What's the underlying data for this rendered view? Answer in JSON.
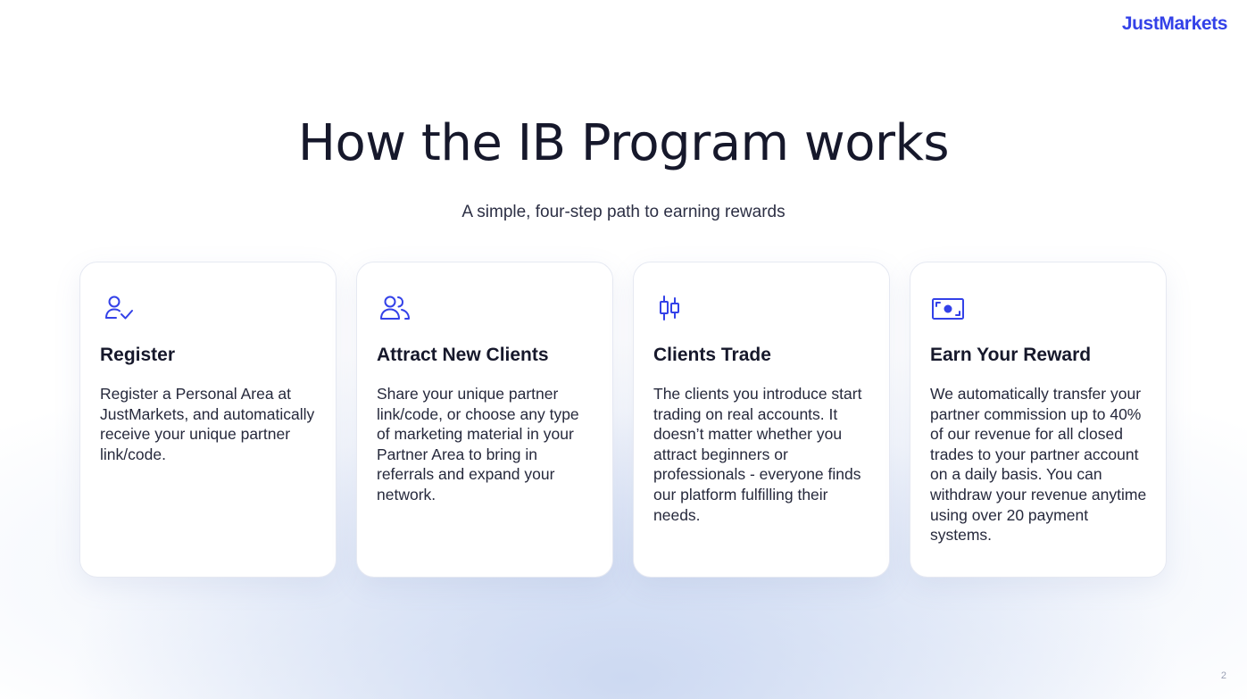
{
  "brand": {
    "logo_text": "JustMarkets",
    "accent_color": "#3341e8"
  },
  "header": {
    "title": "How the IB Program works",
    "subtitle": "A simple, four-step path to earning rewards"
  },
  "steps": [
    {
      "icon": "user-check-icon",
      "title": "Register",
      "text": "Register a Personal Area at JustMarkets, and automatically receive your unique partner link/code."
    },
    {
      "icon": "users-icon",
      "title": "Attract New Clients",
      "text": "Share your unique partner link/code, or choose any type of marketing material in your Partner Area to bring in referrals and expand your network."
    },
    {
      "icon": "candlestick-icon",
      "title": "Clients Trade",
      "text": "The clients you introduce start trading on real accounts. It doesn’t matter whether you attract beginners or professionals - everyone finds our platform fulfilling their needs."
    },
    {
      "icon": "money-icon",
      "title": "Earn Your Reward",
      "text": "We automatically transfer your partner commission up to 40% of our revenue for all closed trades to your partner account on a daily basis. You can withdraw your revenue anytime using over 20 payment systems."
    }
  ],
  "footer": {
    "page_number": "2"
  }
}
